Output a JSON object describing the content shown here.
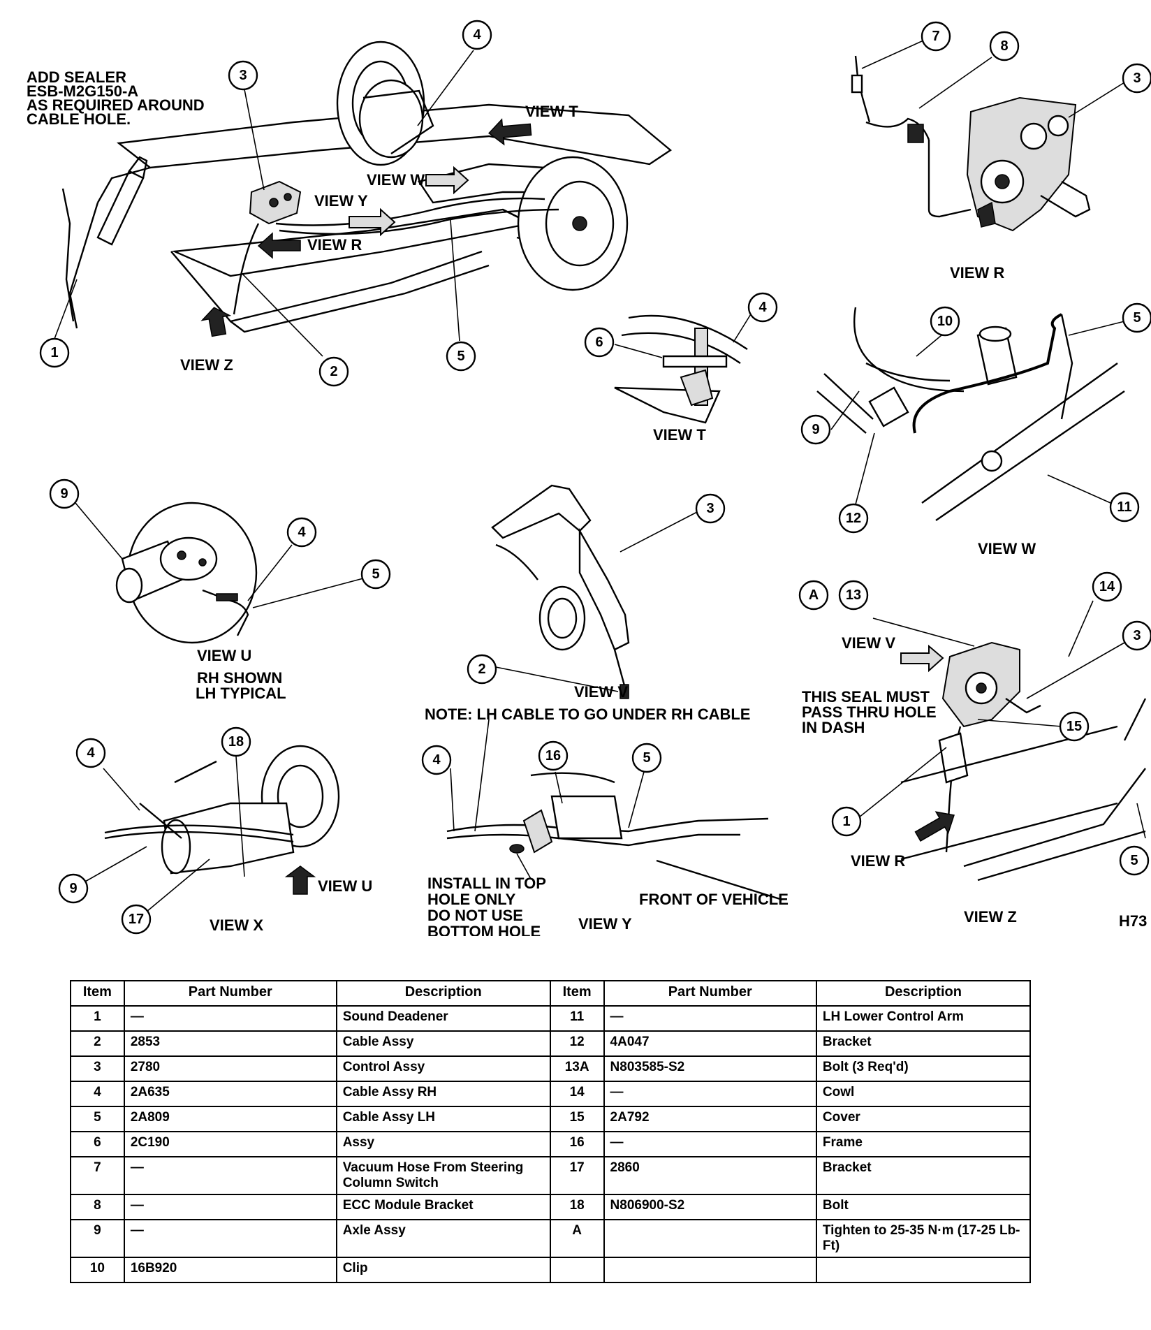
{
  "labels": {
    "sealer_note": [
      "ADD SEALER",
      "ESB-M2G150-A",
      "AS REQUIRED AROUND",
      "CABLE HOLE."
    ],
    "view_t_arrow": "VIEW T",
    "view_w_arrow": "VIEW W",
    "view_y_arrow": "VIEW Y",
    "view_r_arrow": "VIEW R",
    "view_z_arrow": "VIEW Z",
    "view_r_title": "VIEW R",
    "view_t_title": "VIEW T",
    "view_w_title": "VIEW W",
    "view_u_title": "VIEW U",
    "view_u_sub": [
      "RH SHOWN",
      "LH TYPICAL"
    ],
    "view_v_title": "VIEW V",
    "view_x_title": "VIEW X",
    "view_u_arrow": "VIEW U",
    "view_y_title": "VIEW Y",
    "view_z_title": "VIEW Z",
    "view_v_arrow": "VIEW V",
    "view_r_arrow2": "VIEW R",
    "lh_cable_note": "NOTE: LH CABLE TO GO UNDER RH CABLE",
    "install_note": [
      "INSTALL IN TOP",
      "HOLE ONLY",
      "DO NOT USE",
      "BOTTOM HOLE"
    ],
    "front_of_vehicle": "FRONT OF VEHICLE",
    "seal_note": [
      "THIS SEAL MUST",
      "PASS THRU HOLE",
      "IN DASH"
    ],
    "figure_code": "H73"
  },
  "callouts": [
    "1",
    "2",
    "3",
    "4",
    "5",
    "6",
    "7",
    "8",
    "9",
    "10",
    "11",
    "12",
    "13",
    "14",
    "15",
    "16",
    "17",
    "18",
    "A"
  ],
  "table": {
    "headers": [
      "Item",
      "Part Number",
      "Description",
      "Item",
      "Part Number",
      "Description"
    ],
    "rows": [
      [
        "1",
        "—",
        "Sound Deadener",
        "11",
        "—",
        "LH Lower Control Arm"
      ],
      [
        "2",
        "2853",
        "Cable Assy",
        "12",
        "4A047",
        "Bracket"
      ],
      [
        "3",
        "2780",
        "Control Assy",
        "13A",
        "N803585-S2",
        "Bolt (3 Req'd)"
      ],
      [
        "4",
        "2A635",
        "Cable Assy RH",
        "14",
        "—",
        "Cowl"
      ],
      [
        "5",
        "2A809",
        "Cable Assy LH",
        "15",
        "2A792",
        "Cover"
      ],
      [
        "6",
        "2C190",
        "Assy",
        "16",
        "—",
        "Frame"
      ],
      [
        "7",
        "—",
        "Vacuum Hose From Steering Column Switch",
        "17",
        "2860",
        "Bracket"
      ],
      [
        "8",
        "—",
        "ECC Module Bracket",
        "18",
        "N806900-S2",
        "Bolt"
      ],
      [
        "9",
        "—",
        "Axle Assy",
        "A",
        "",
        "Tighten to 25-35 N·m (17-25 Lb-Ft)"
      ],
      [
        "10",
        "16B920",
        "Clip",
        "",
        "",
        ""
      ]
    ]
  }
}
